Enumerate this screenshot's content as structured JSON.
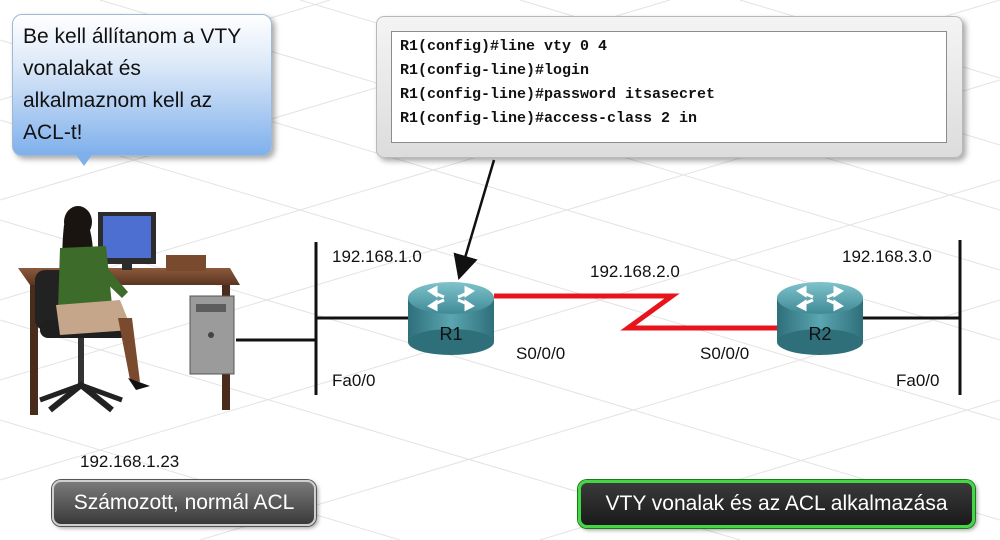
{
  "speech_bubble": {
    "text": "Be kell állítanom a VTY\nvonalakat és\nalkalmaznom kell az\nACL-t!"
  },
  "cli": {
    "lines": [
      "R1(config)#line vty 0 4",
      "R1(config-line)#login",
      "R1(config-line)#password itsasecret",
      "R1(config-line)#access-class 2 in"
    ]
  },
  "network": {
    "lan1": "192.168.1.0",
    "wan": "192.168.2.0",
    "lan3": "192.168.3.0",
    "r1_lan_iface": "Fa0/0",
    "r1_wan_iface": "S0/0/0",
    "r2_wan_iface": "S0/0/0",
    "r2_lan_iface": "Fa0/0",
    "host_ip": "192.168.1.23"
  },
  "routers": {
    "r1": "R1",
    "r2": "R2"
  },
  "buttons": {
    "numbered_acl": "Számozott, normál ACL",
    "vty_acl": "VTY vonalak és az ACL alkalmazása"
  },
  "colors": {
    "serial_link": "#e8141b",
    "router_body": "#3f8a96",
    "active_button_border": "#45d645"
  },
  "icons": [
    "router-icon",
    "workstation-icon",
    "serial-link-icon",
    "arrow-icon"
  ]
}
